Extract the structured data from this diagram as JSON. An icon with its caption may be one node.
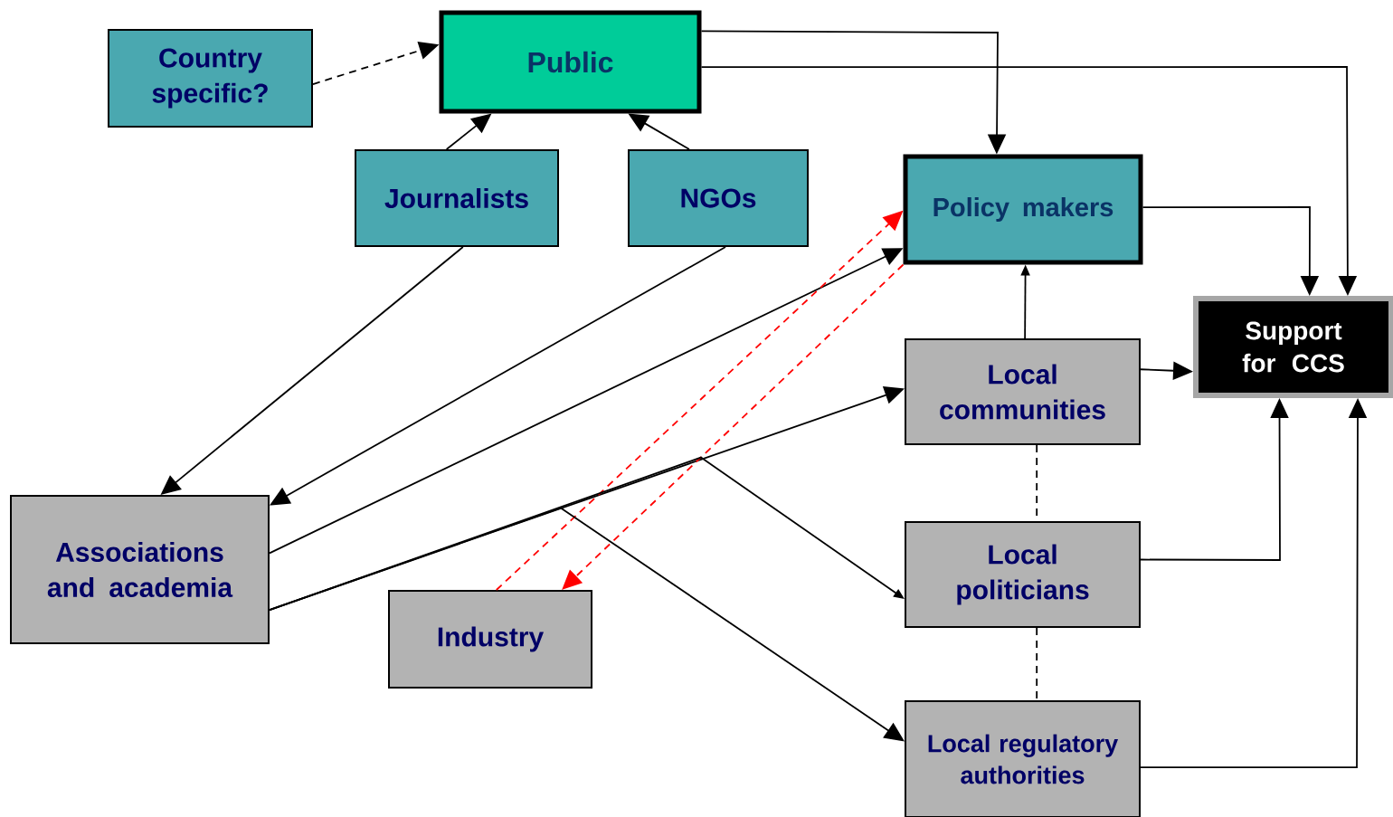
{
  "diagram": {
    "nodes": [
      {
        "text": [
          "Country specific?"
        ]
      },
      {
        "text": [
          "Public"
        ]
      },
      {
        "text": [
          "Journalists"
        ]
      },
      {
        "text": [
          "NGOs"
        ]
      },
      {
        "text": [
          "Policy makers"
        ]
      },
      {
        "text": [
          "Support for CCS"
        ]
      },
      {
        "text": [
          "Local communities"
        ]
      },
      {
        "text": [
          "Associations and academia"
        ]
      },
      {
        "text": [
          "Local politicians"
        ]
      },
      {
        "text": [
          "Industry"
        ]
      },
      {
        "text": [
          "Local regulatory authorities"
        ]
      }
    ],
    "edges": [
      {
        "from": 0,
        "to": 1,
        "arrow": "to",
        "style": "dashed"
      },
      {
        "from": 2,
        "to": 1,
        "arrow": "to"
      },
      {
        "from": 3,
        "to": 1,
        "arrow": "to"
      },
      {
        "from": 1,
        "to": 4,
        "arrow": "to"
      },
      {
        "from": 1,
        "to": 5,
        "arrow": "to"
      },
      {
        "from": 2,
        "to": 7,
        "arrow": "to"
      },
      {
        "from": 3,
        "to": 7,
        "arrow": "to"
      },
      {
        "from": 7,
        "to": 4,
        "arrow": "to"
      },
      {
        "from": 7,
        "to": 6,
        "arrow": "to"
      },
      {
        "from": 9,
        "to": 4,
        "arrow": "to",
        "style": "dashed",
        "color": "#ff0000"
      },
      {
        "from": 4,
        "to": 9,
        "arrow": "to",
        "style": "dashed",
        "color": "#ff0000"
      },
      {
        "from": 4,
        "to": 5,
        "arrow": "to"
      },
      {
        "from": 6,
        "to": 4,
        "arrow": "to"
      },
      {
        "from": 6,
        "to": 5,
        "arrow": "to"
      },
      {
        "from": 8,
        "to": 5,
        "arrow": "to"
      },
      {
        "from": 10,
        "to": 5,
        "arrow": "to"
      },
      {
        "from": 6,
        "to": 8,
        "arrow": "none",
        "style": "dashed"
      },
      {
        "from": 8,
        "to": 10,
        "arrow": "none",
        "style": "dashed"
      },
      {
        "from": 7,
        "to": 8,
        "arrow": "to"
      },
      {
        "from": 7,
        "to": 10,
        "arrow": "to"
      }
    ]
  }
}
